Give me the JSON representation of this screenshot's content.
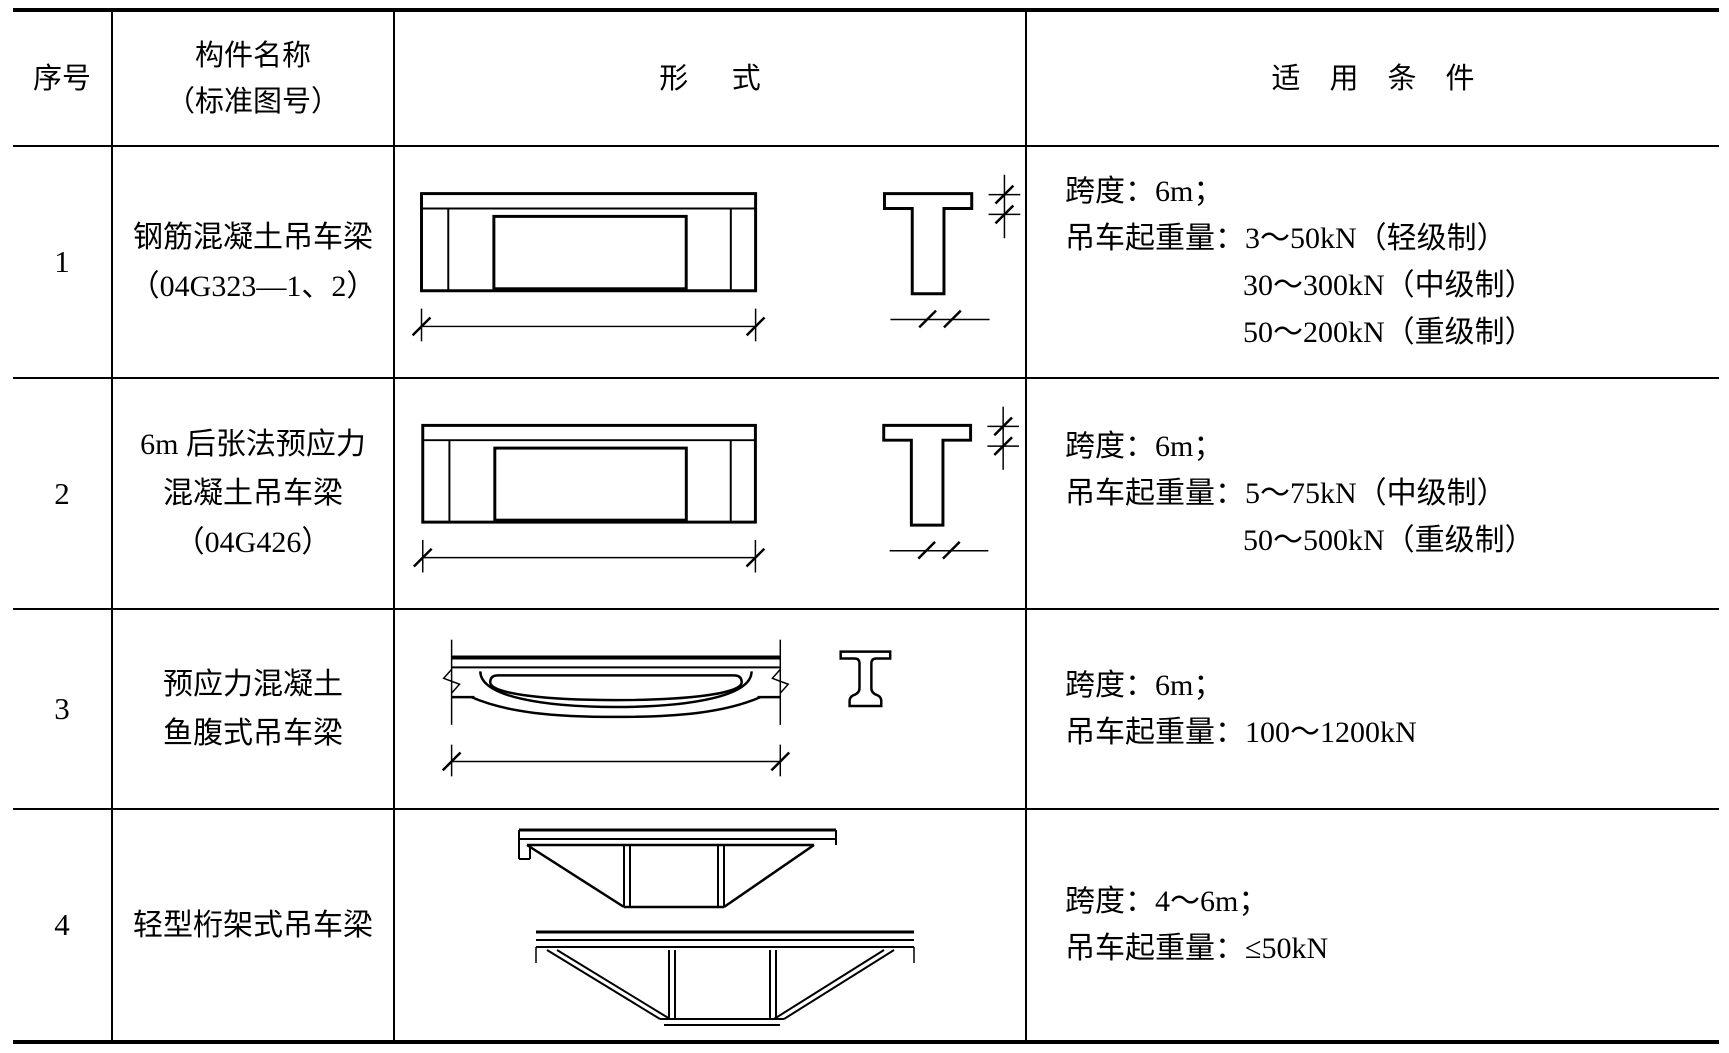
{
  "page": {
    "background": "#ffffff",
    "line_color": "#000000"
  },
  "table": {
    "header": {
      "serial": "序号",
      "name_line1": "构件名称",
      "name_line2": "（标准图号）",
      "form": "形式",
      "conditions": "适用条件"
    },
    "rows": [
      {
        "no": "1",
        "name_lines": [
          "钢筋混凝土吊车梁",
          "（04G323—1、2）"
        ],
        "conditions": [
          {
            "text": "跨度：6m；"
          },
          {
            "text": "吊车起重量：3～50kN（轻级制）"
          },
          {
            "text": "30～300kN（中级制）"
          },
          {
            "text": "50～200kN（重级制）"
          }
        ]
      },
      {
        "no": "2",
        "name_lines": [
          "6m 后张法预应力",
          "混凝土吊车梁",
          "（04G426）"
        ],
        "conditions": [
          {
            "text": "跨度：6m；"
          },
          {
            "text": "吊车起重量：5～75kN（中级制）"
          },
          {
            "text": "50～500kN（重级制）"
          }
        ]
      },
      {
        "no": "3",
        "name_lines": [
          "预应力混凝土",
          "鱼腹式吊车梁"
        ],
        "conditions": [
          {
            "text": "跨度：6m；"
          },
          {
            "text": "吊车起重量：100～1200kN"
          }
        ]
      },
      {
        "no": "4",
        "name_lines": [
          "轻型桁架式吊车梁"
        ],
        "conditions": [
          {
            "text": "跨度：4～6m；"
          },
          {
            "text": "吊车起重量：≤50kN"
          }
        ]
      }
    ]
  }
}
